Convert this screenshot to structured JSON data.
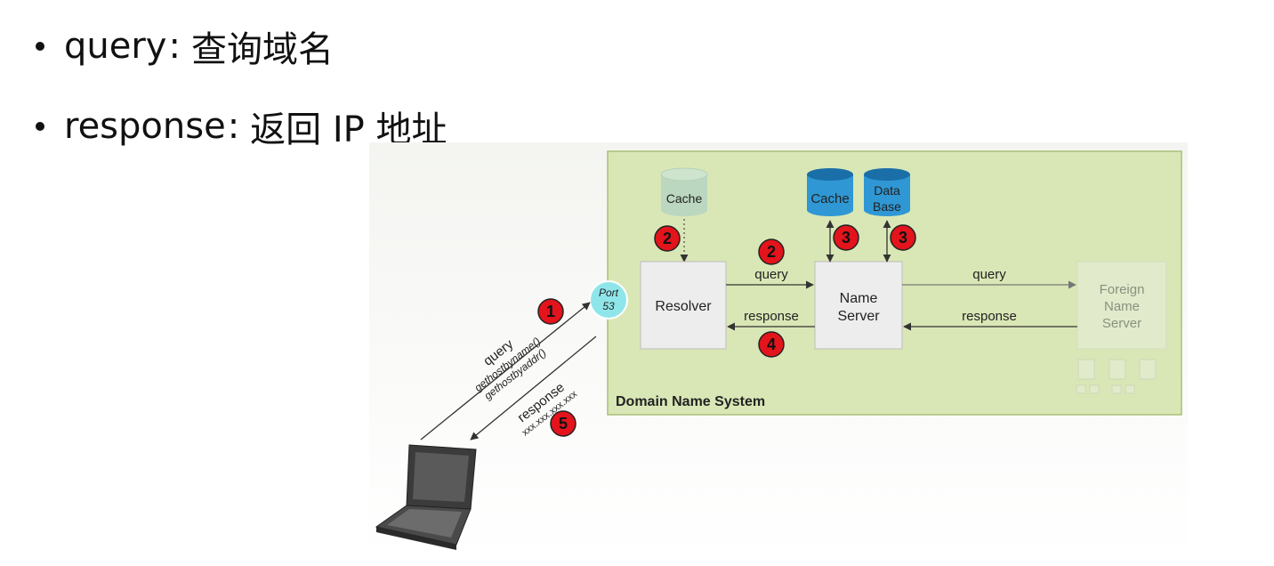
{
  "bullets": [
    {
      "key": "query",
      "sep": ":",
      "text": "查询域名"
    },
    {
      "key": "response",
      "sep": ":",
      "text": "返回 IP 地址"
    }
  ],
  "diagram": {
    "system_label": "Domain Name System",
    "resolver_cache": "Cache",
    "resolver": "Resolver",
    "name_server": [
      "Name",
      "Server"
    ],
    "ns_cache": "Cache",
    "data_base": [
      "Data",
      "Base"
    ],
    "foreign_server": [
      "Foreign",
      "Name",
      "Server"
    ],
    "port": [
      "Port",
      "53"
    ],
    "query": "query",
    "response": "response",
    "client_query": "query",
    "client_calls": [
      "gethostbyname()",
      "gethostbyaddr()"
    ],
    "client_response": "response",
    "client_ip": "xxx.xxx.xxx.xxx",
    "steps": {
      "s1": "1",
      "s2a": "2",
      "s2b": "2",
      "s3a": "3",
      "s3b": "3",
      "s4": "4",
      "s5": "5"
    }
  },
  "colors": {
    "system_bg": "#d9e7b6",
    "system_border": "#a9c07a",
    "step_badge": "#e3141b",
    "cylinder_blue": "#2f97d4",
    "port_bubble": "#8fe6ea"
  }
}
